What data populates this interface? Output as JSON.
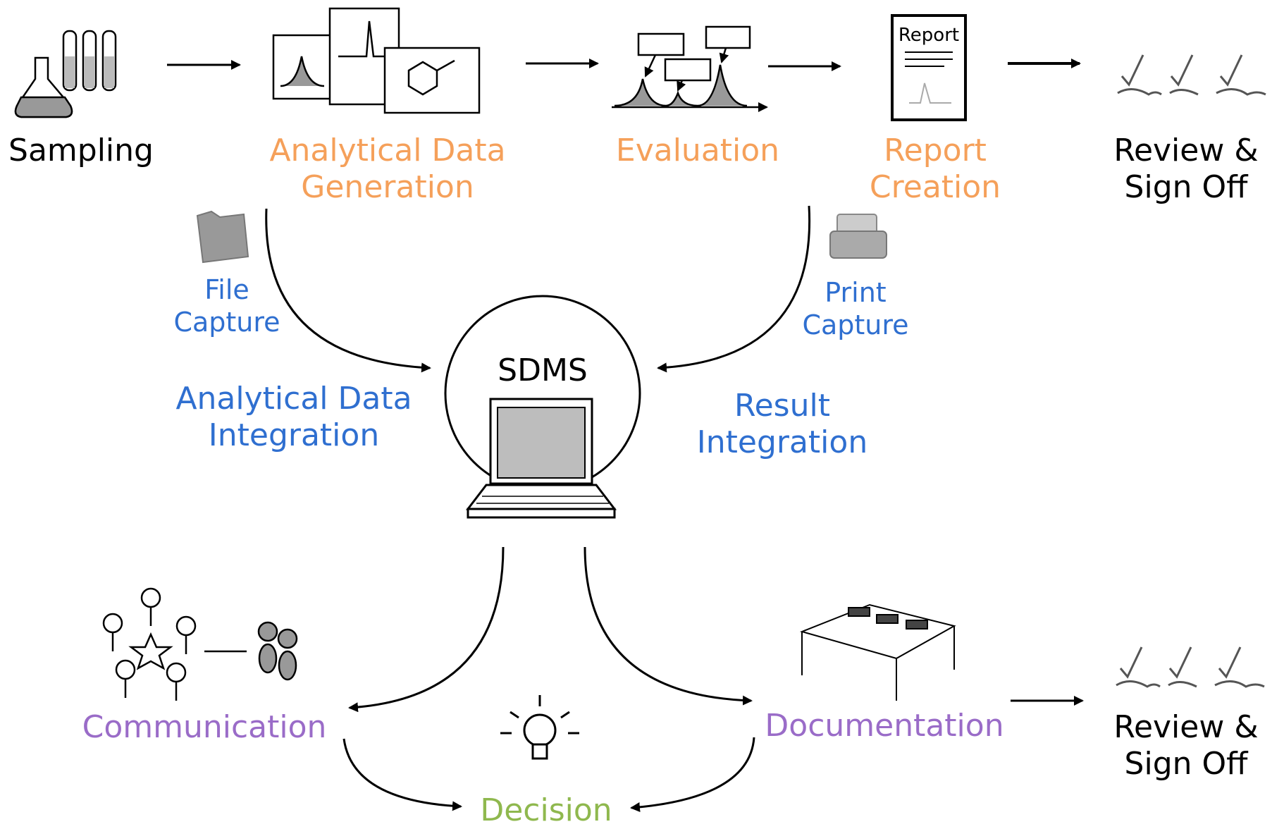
{
  "colors": {
    "process_step": "#f5a05a",
    "integration": "#2f6fd0",
    "output": "#9a6cc8",
    "decision": "#8fb84e",
    "text_default": "#000000"
  },
  "top_row": {
    "sampling": "Sampling",
    "data_generation": [
      "Analytical Data",
      "Generation"
    ],
    "evaluation": "Evaluation",
    "report_creation": [
      "Report",
      "Creation"
    ],
    "review_top": [
      "Review &",
      "Sign Off"
    ]
  },
  "capture": {
    "file": [
      "File",
      "Capture"
    ],
    "print": [
      "Print",
      "Capture"
    ]
  },
  "integration": {
    "analytical": [
      "Analytical Data",
      "Integration"
    ],
    "result": [
      "Result",
      "Integration"
    ]
  },
  "center": {
    "sdms": "SDMS"
  },
  "bottom_row": {
    "communication": "Communication",
    "documentation": "Documentation",
    "decision": "Decision",
    "review_bottom": [
      "Review &",
      "Sign Off"
    ]
  },
  "report_icon_text": "Report",
  "icons": [
    "flask-tubes-icon",
    "spectra-documents-icon",
    "chromatogram-icon",
    "report-document-icon",
    "signatures-icon",
    "folder-icon",
    "printer-icon",
    "laptop-icon",
    "people-group-icon",
    "desk-icon",
    "lightbulb-icon"
  ]
}
